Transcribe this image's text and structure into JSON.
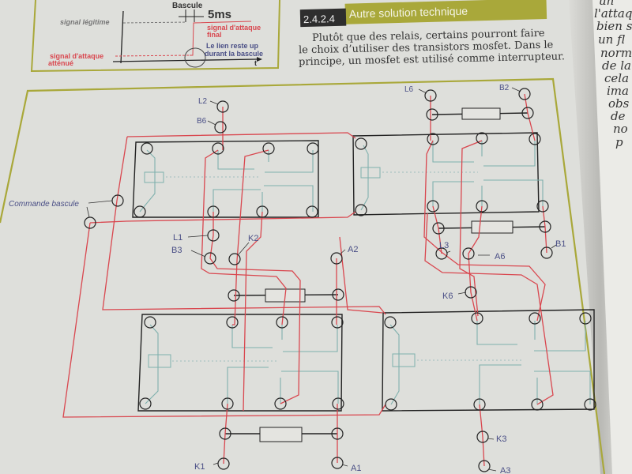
{
  "inset_chart": {
    "title_fragment": "Bascule",
    "duration": "5ms",
    "legit_signal": "signal légitime",
    "final_attack_line1": "signal d'attaque",
    "final_attack_line2": "final",
    "link_note_line1": "Le lien reste up",
    "link_note_line2": "durant la bascule",
    "attenuated_line1": "signal d'attaque",
    "attenuated_line2": "atténué",
    "axis_t": "t"
  },
  "section": {
    "number": "2.4.2.4",
    "title": "Autre solution technique",
    "paragraph": [
      "Plutôt que des relais, certains pourront faire",
      "le choix d’utiliser des transistors mosfet. Dans le",
      "principe, un mosfet est utilisé comme interrupteur."
    ]
  },
  "right_page_fragments": [
    "un",
    "l'attaq",
    "bien s",
    "un fl",
    "norm",
    "de la",
    "cela",
    "ima",
    "obs",
    "de",
    "no",
    "p"
  ],
  "diagram": {
    "labels": {
      "L2": "L2",
      "B6": "B6",
      "L6": "L6",
      "B2": "B2",
      "commande": "Commande bascule",
      "L1": "L1",
      "B3": "B3",
      "K2": "K2",
      "A2": "A2",
      "L3": "L3",
      "A6": "A6",
      "B1": "B1",
      "K6": "K6",
      "K1": "K1",
      "A1": "A1",
      "K3": "K3",
      "A3": "A3"
    }
  },
  "colors": {
    "wire": "#d9474f",
    "relay_internal": "#7fb0ad",
    "accent": "#a9a83a",
    "label": "#4a4f86"
  }
}
